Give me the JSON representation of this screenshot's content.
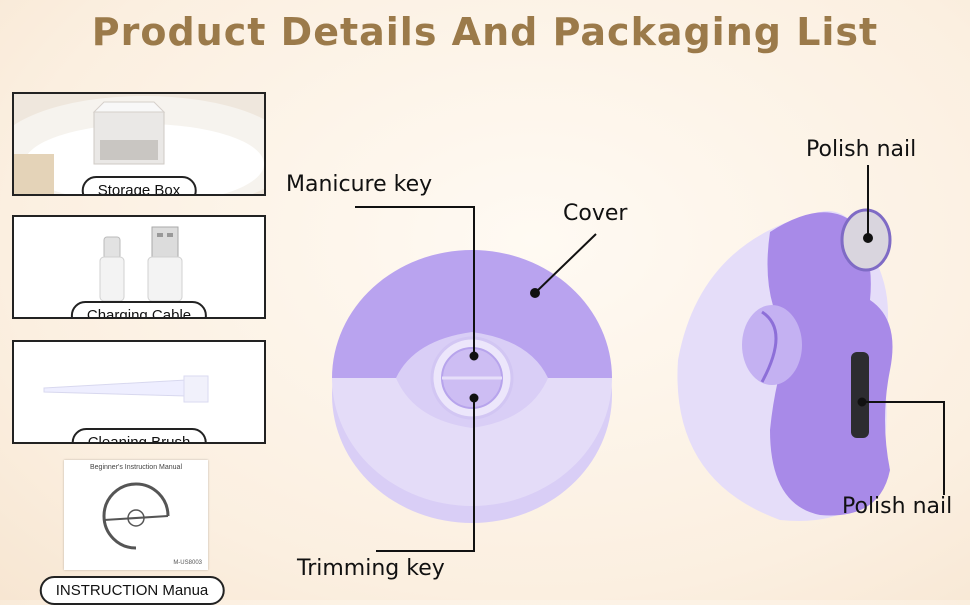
{
  "title": "Product Details And Packaging List",
  "packaging": [
    {
      "label": "Storage Box"
    },
    {
      "label": "Charging Cable"
    },
    {
      "label": "Cleaning Brush"
    },
    {
      "label": "INSTRUCTION Manua"
    }
  ],
  "manual": {
    "heading": "Beginner's Instruction Manual",
    "model": "M-US8003"
  },
  "callouts": {
    "manicure_key": "Manicure key",
    "cover": "Cover",
    "trimming_key": "Trimming key",
    "polish_nail_top": "Polish nail",
    "polish_nail_bottom": "Polish nail"
  },
  "colors": {
    "title": "#9b7a4a",
    "device_purple": "#b9a3ef",
    "device_lavender": "#e4dcf8",
    "button_purple": "#a88ae8"
  }
}
